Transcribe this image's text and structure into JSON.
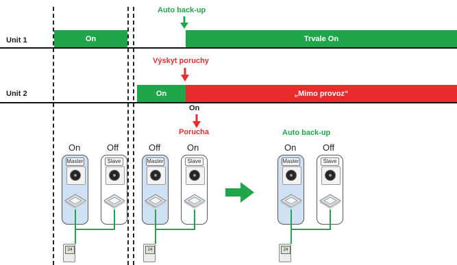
{
  "units": {
    "unit1": {
      "label": "Unit 1",
      "on_label": "On",
      "trvale_label": "Trvale On"
    },
    "unit2": {
      "label": "Unit 2",
      "on_label": "On",
      "mimo_label": "„Mimo provoz“"
    }
  },
  "events": {
    "auto_backup_top": "Auto back-up",
    "vyskyt_poruchy": "Výskyt poruchy",
    "on_mid": "On",
    "porucha": "Porucha",
    "auto_backup_right": "Auto back-up"
  },
  "states": {
    "left": {
      "master": "On",
      "slave": "Off"
    },
    "middle": {
      "master": "Off",
      "slave": "On"
    },
    "right": {
      "master": "On",
      "slave": "Off"
    }
  },
  "tags": {
    "master": "Master",
    "slave": "Slave"
  },
  "remote_display": "24",
  "colors": {
    "green": "#1fa64a",
    "red": "#e82c2c",
    "master_fill": "#cfe1f3"
  },
  "icons": [
    "arrow-down-icon",
    "arrow-right-icon",
    "outdoor-unit-icon",
    "cassette-unit-icon",
    "remote-controller-icon"
  ]
}
